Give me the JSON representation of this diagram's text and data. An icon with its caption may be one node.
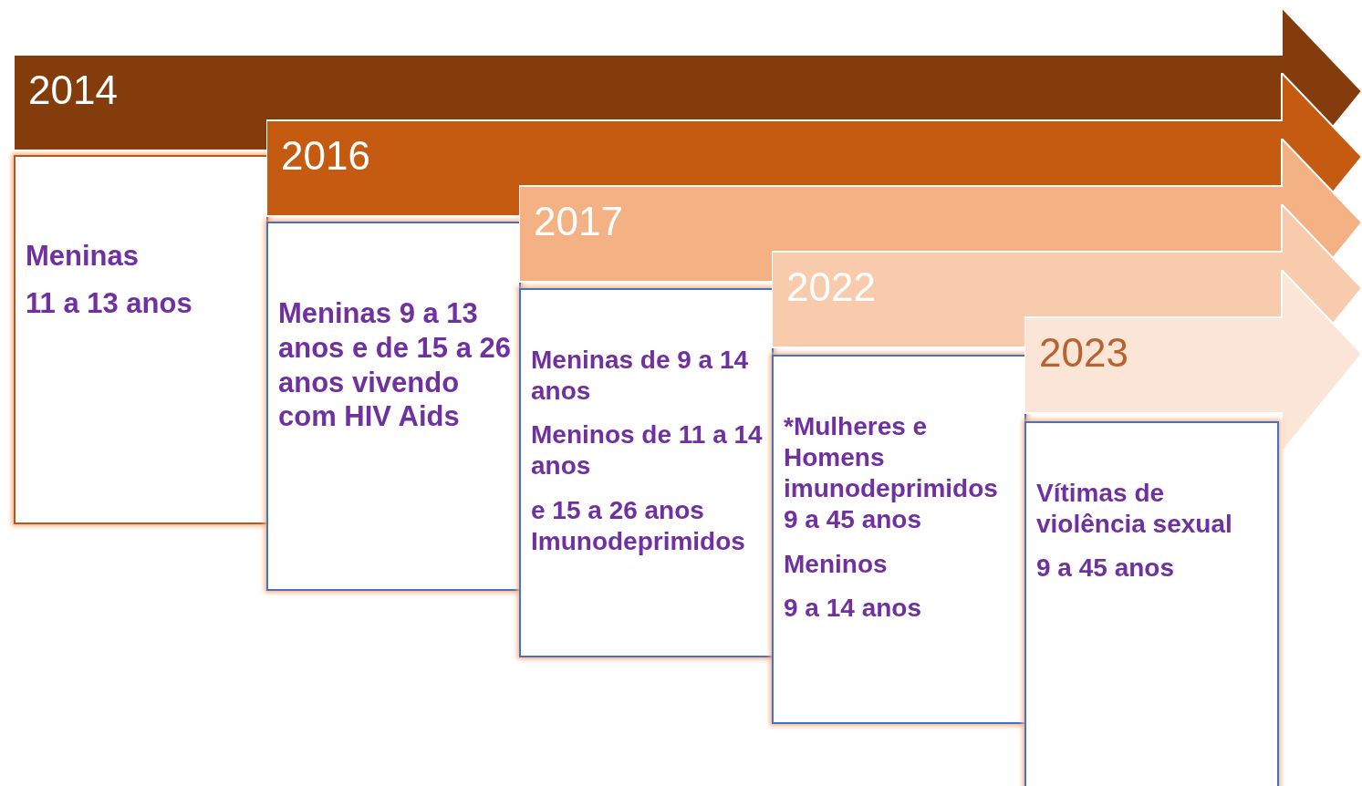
{
  "diagram": {
    "nodes": [
      {
        "text": [
          "2014"
        ]
      },
      {
        "text": [
          "Meninas",
          "11 a 13 anos"
        ]
      },
      {
        "text": [
          "2016"
        ]
      },
      {
        "text": [
          "Meninas 9 a 13 anos e de 15 a 26 anos vivendo com HIV Aids"
        ]
      },
      {
        "text": [
          "2017"
        ]
      },
      {
        "text": [
          "Meninas de 9 a 14 anos",
          "Meninos de 11 a 14 anos",
          "e 15 a 26 anos Imunodeprimidos"
        ]
      },
      {
        "text": [
          "2022"
        ]
      },
      {
        "text": [
          "*Mulheres e Homens imunodeprimidos 9 a 45 anos",
          "Meninos",
          "9 a 14 anos"
        ]
      },
      {
        "text": [
          "2023"
        ]
      },
      {
        "text": [
          "Vítimas de violência sexual",
          "9 a 45 anos"
        ]
      }
    ],
    "edges": []
  }
}
